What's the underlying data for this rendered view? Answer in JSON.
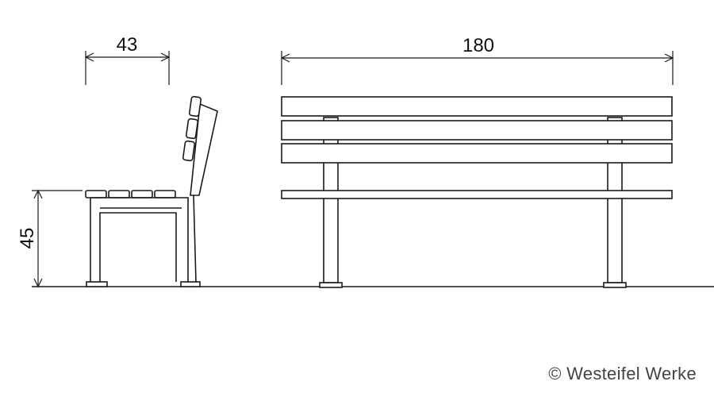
{
  "dimensions": {
    "depth_label": "43",
    "length_label": "180",
    "seat_height_label": "45"
  },
  "copyright": "© Westeifel Werke"
}
